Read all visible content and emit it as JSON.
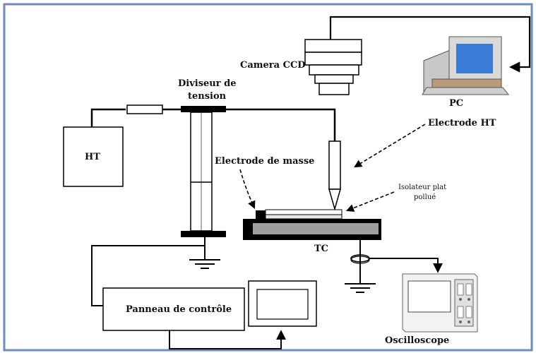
{
  "diagram": {
    "labels": {
      "camera": "Camera CCD",
      "pc": "PC",
      "divider_line1": "Diviseur de",
      "divider_line2": "tension",
      "hv_electrode": "Electrode HT",
      "ht_source": "HT",
      "ground_electrode": "Electrode de masse",
      "insulator_line1": "Isolateur plat",
      "insulator_line2": "pollué",
      "current_transformer": "TC",
      "control_panel": "Panneau de contrôle",
      "oscilloscope": "Oscilloscope"
    },
    "colors": {
      "frame": "#6c8ebf",
      "wire": "#000000",
      "plate": "#9e9e9e",
      "plate_light": "#e6e6e6",
      "monitor_screen": "#3a7bd5",
      "pc_body": "#d9d9d9",
      "pc_base": "#b89b7a"
    }
  }
}
